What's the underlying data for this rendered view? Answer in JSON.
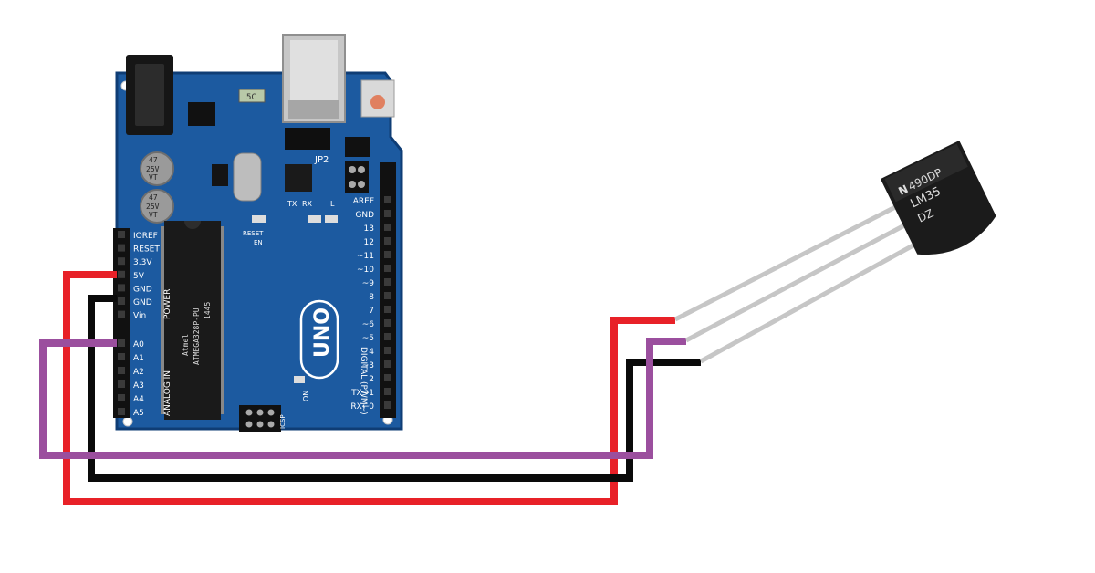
{
  "board": {
    "model": "UNO",
    "power_header": [
      "IOREF",
      "RESET",
      "3.3V",
      "5V",
      "GND",
      "GND",
      "Vin"
    ],
    "power_title": "POWER",
    "analog_pins": [
      "A0",
      "A1",
      "A2",
      "A3",
      "A4",
      "A5"
    ],
    "analog_title": "ANALOG IN",
    "digital_pins": [
      "AREF",
      "GND",
      "13",
      "12",
      "~11",
      "~10",
      "~9",
      "8",
      "7",
      "~6",
      "~5",
      "4",
      "~3",
      "2",
      "TX→1",
      "RX←0"
    ],
    "digital_title": "DIGITAL (PWM~)",
    "labels": {
      "cap1": "47\n25V\nVT",
      "cap2": "47\n25V\nVT",
      "jp2": "JP2",
      "reset": "RESET",
      "en": "EN",
      "on": "ON",
      "icsp": "ICSP",
      "tx": "TX",
      "rx": "RX",
      "l": "L",
      "chip": "ATMEGA328P-PU",
      "chip_brand": "Atmel",
      "chip_code": "1445",
      "fuse": "5C"
    }
  },
  "sensor": {
    "logo": "N",
    "line1": "490DP",
    "line2": "LM35",
    "line3": "DZ"
  },
  "wires": {
    "vcc_color": "#e82128",
    "gnd_color": "#0a0a0a",
    "signal_color": "#9b4f9e",
    "board_color": "#1c5aa0"
  }
}
